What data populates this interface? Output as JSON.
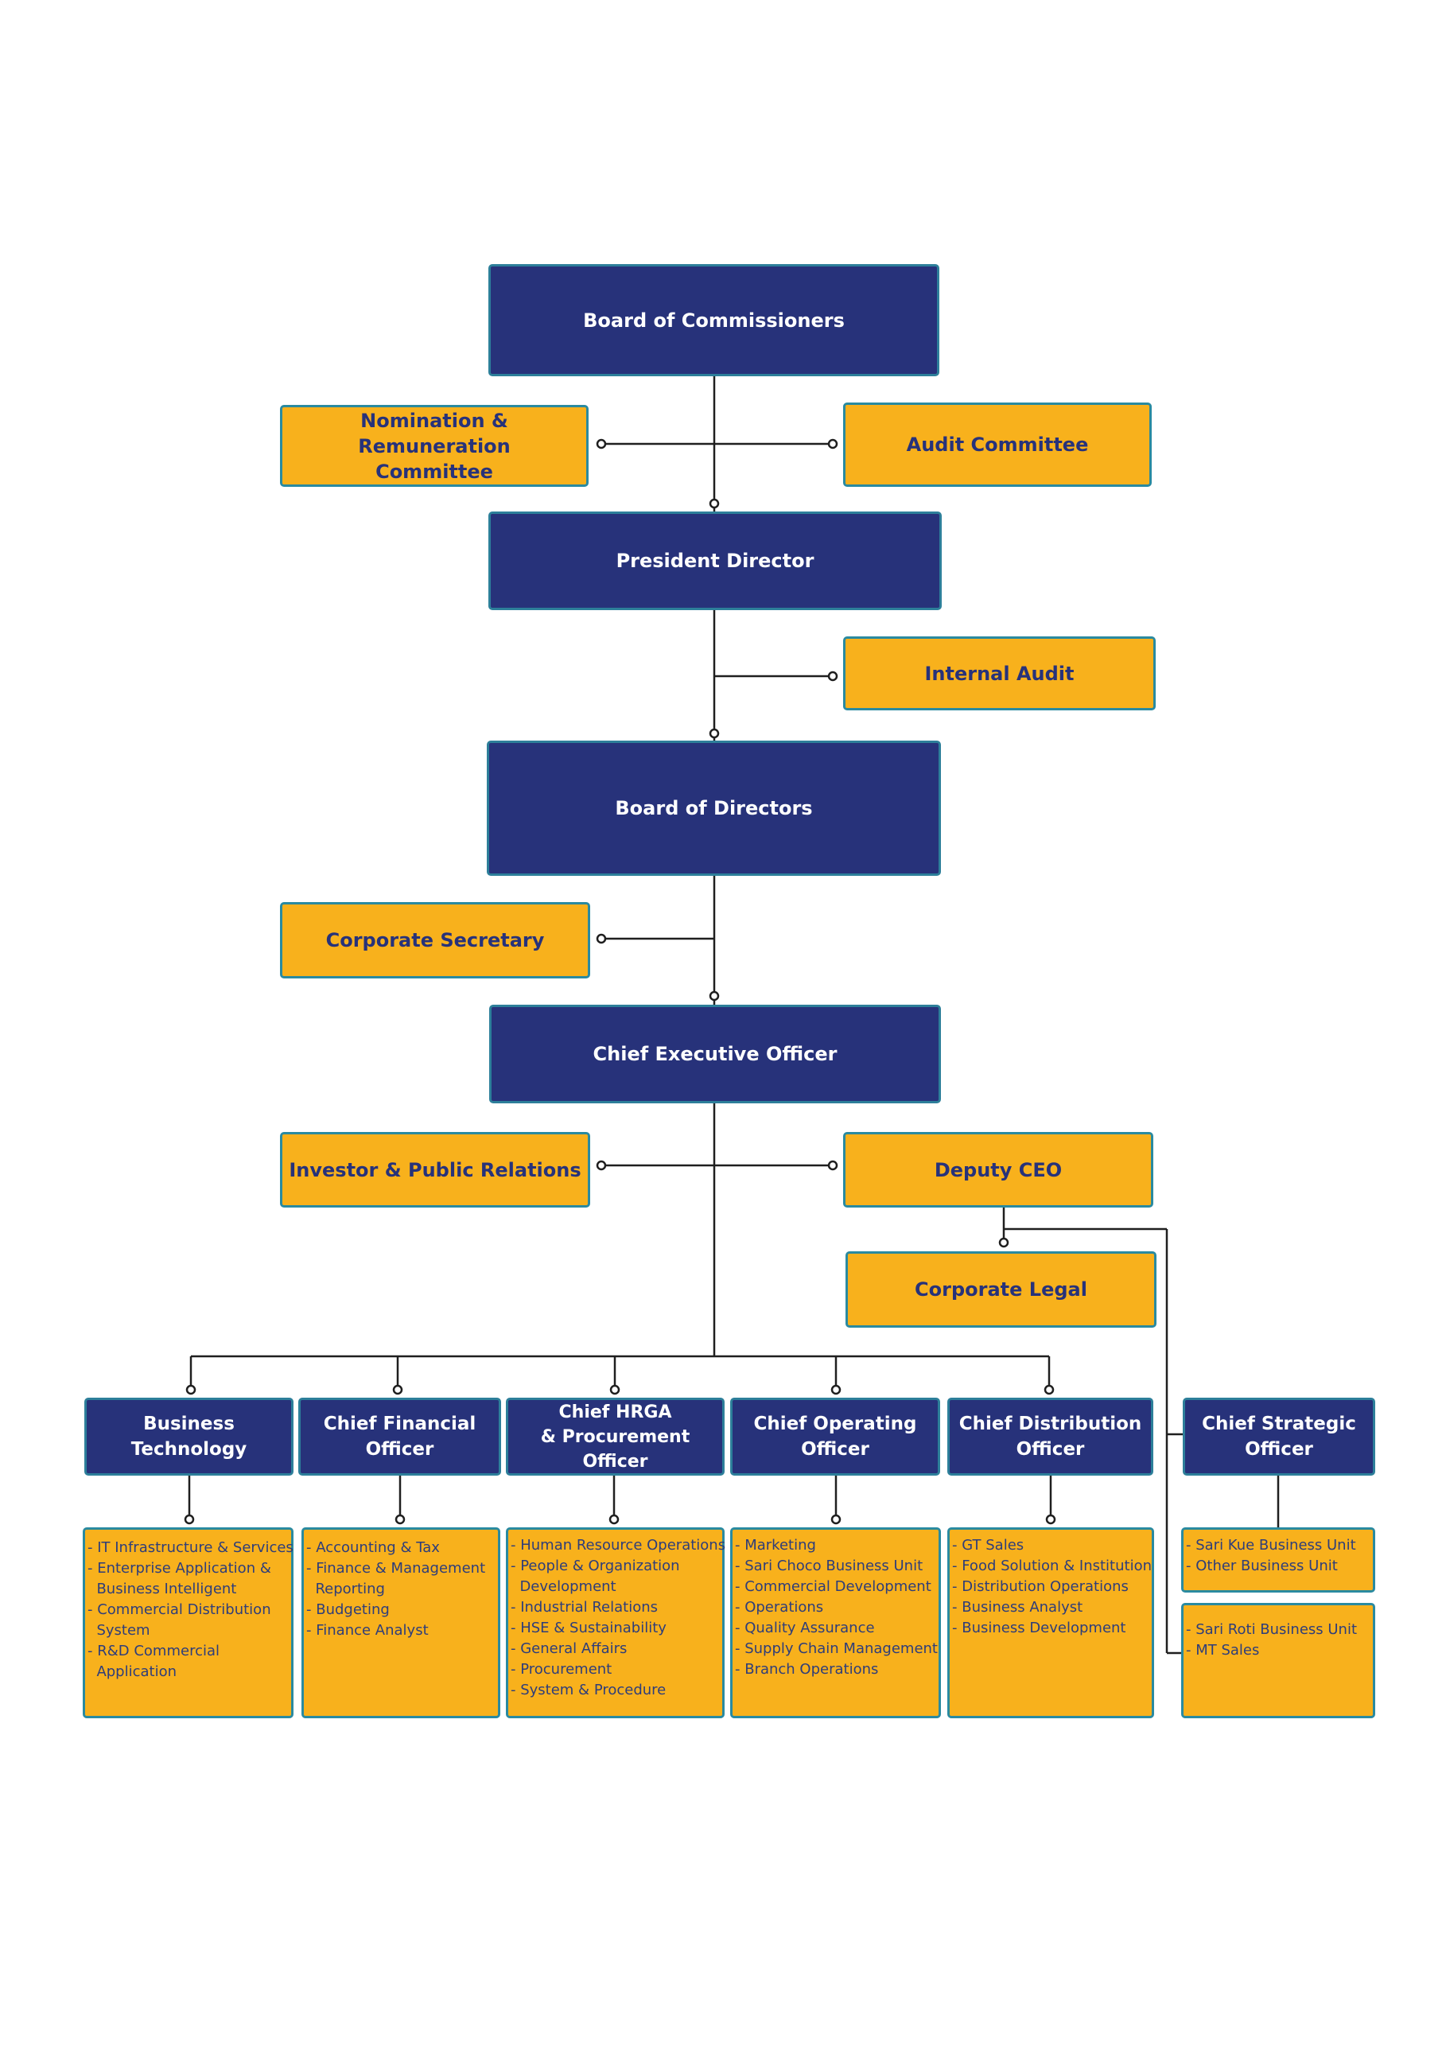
{
  "colors": {
    "navy": "#27327a",
    "gold": "#f8b11c",
    "border": "#2a8aa0",
    "connector": "#1f1f1f"
  },
  "nodes": {
    "board_of_commissioners": "Board of Commissioners",
    "nomination_committee": "Nomination & Remuneration\nCommittee",
    "audit_committee": "Audit Committee",
    "president_director": "President Director",
    "internal_audit": "Internal Audit",
    "board_of_directors": "Board of Directors",
    "corporate_secretary": "Corporate Secretary",
    "ceo": "Chief Executive Officer",
    "investor_relations": "Investor & Public Relations",
    "deputy_ceo": "Deputy CEO",
    "corporate_legal": "Corporate Legal",
    "business_technology": "Business Technology",
    "cfo": "Chief Financial\nOfficer",
    "chrga": "Chief HRGA\n& Procurement Officer",
    "coo": "Chief Operating\nOfficer",
    "cdo": "Chief Distribution\nOfficer",
    "cso": "Chief Strategic\nOfficer"
  },
  "units": {
    "business_technology": [
      "- IT Infrastructure & Services",
      "- Enterprise Application &",
      "  Business Intelligent",
      "- Commercial Distribution",
      "  System",
      "- R&D Commercial",
      "  Application"
    ],
    "cfo": [
      "- Accounting & Tax",
      "- Finance & Management",
      "  Reporting",
      "- Budgeting",
      "- Finance Analyst"
    ],
    "chrga": [
      "- Human Resource Operations",
      "- People & Organization",
      "  Development",
      "- Industrial Relations",
      "- HSE & Sustainability",
      "- General Affairs",
      "- Procurement",
      "- System & Procedure"
    ],
    "coo": [
      "- Marketing",
      "- Sari Choco Business Unit",
      "- Commercial Development",
      "- Operations",
      "- Quality Assurance",
      "- Supply Chain Management",
      "- Branch Operations"
    ],
    "cdo": [
      "- GT Sales",
      "- Food Solution & Institution",
      "- Distribution Operations",
      "- Business Analyst",
      "- Business Development"
    ],
    "cso_a": [
      "- Sari Kue Business Unit",
      "- Other Business Unit"
    ],
    "cso_b": [
      "- Sari Roti Business Unit",
      "- MT Sales"
    ]
  }
}
